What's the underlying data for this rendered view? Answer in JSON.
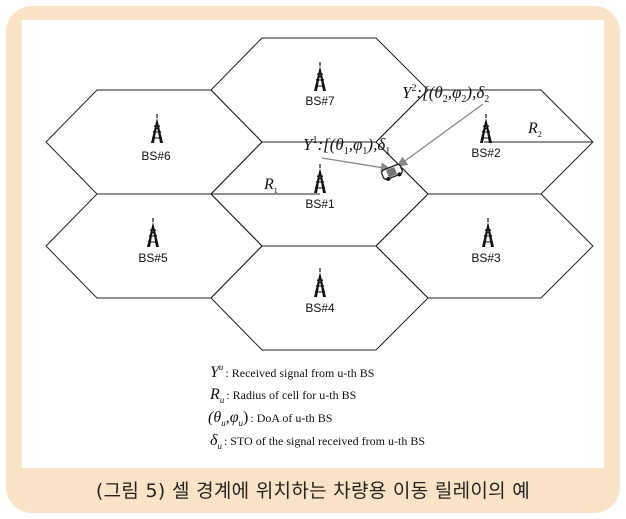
{
  "base_stations": [
    {
      "id": "BS#1",
      "label": "BS#1"
    },
    {
      "id": "BS#2",
      "label": "BS#2"
    },
    {
      "id": "BS#3",
      "label": "BS#3"
    },
    {
      "id": "BS#4",
      "label": "BS#4"
    },
    {
      "id": "BS#5",
      "label": "BS#5"
    },
    {
      "id": "BS#6",
      "label": "BS#6"
    },
    {
      "id": "BS#7",
      "label": "BS#7"
    }
  ],
  "signals": {
    "y1": {
      "main": "Y",
      "sup": "1",
      "rest": ":[(θ",
      "s1": "1",
      "comma": ",φ",
      "s2": "1",
      "end": "),δ",
      "s3": "1"
    },
    "y2": {
      "main": "Y",
      "sup": "2",
      "rest": ":[(θ",
      "s1": "2",
      "comma": ",φ",
      "s2": "2",
      "end": "),δ",
      "s3": "2"
    }
  },
  "radii": {
    "r1": {
      "main": "R",
      "sub": "1"
    },
    "r2": {
      "main": "R",
      "sub": "2"
    }
  },
  "legend": [
    {
      "sym_main": "Y",
      "sym_sup": "u",
      "sym_sub": "",
      "text": ": Received signal from u-th BS"
    },
    {
      "sym_main": "R",
      "sym_sup": "",
      "sym_sub": "u",
      "text": ": Radius of cell for u-th BS"
    },
    {
      "sym_main": "(θ",
      "sym_sup": "",
      "sym_sub": "u",
      "text": ": DoA of u-th BS"
    },
    {
      "sym_main": "δ",
      "sym_sup": "",
      "sym_sub": "u",
      "text": ": STO of the signal received from u-th BS"
    }
  ],
  "caption": "(그림 5) 셀 경계에 위치하는 차량용 이동 릴레이의 예",
  "colors": {
    "frame": "#fbe3c6",
    "arrow": "#999999",
    "line": "#222222"
  }
}
